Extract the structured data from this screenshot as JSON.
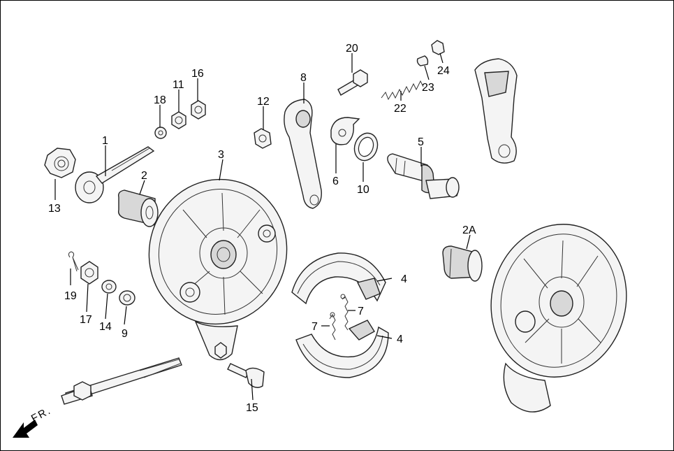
{
  "diagram": {
    "callouts": [
      {
        "id": "c1",
        "text": "1"
      },
      {
        "id": "c2",
        "text": "2"
      },
      {
        "id": "c2A",
        "text": "2A"
      },
      {
        "id": "c3",
        "text": "3"
      },
      {
        "id": "c4a",
        "text": "4"
      },
      {
        "id": "c4b",
        "text": "4"
      },
      {
        "id": "c5",
        "text": "5"
      },
      {
        "id": "c6",
        "text": "6"
      },
      {
        "id": "c7a",
        "text": "7"
      },
      {
        "id": "c7b",
        "text": "7"
      },
      {
        "id": "c8",
        "text": "8"
      },
      {
        "id": "c9",
        "text": "9"
      },
      {
        "id": "c10",
        "text": "10"
      },
      {
        "id": "c11",
        "text": "11"
      },
      {
        "id": "c12",
        "text": "12"
      },
      {
        "id": "c13",
        "text": "13"
      },
      {
        "id": "c14",
        "text": "14"
      },
      {
        "id": "c15",
        "text": "15"
      },
      {
        "id": "c16",
        "text": "16"
      },
      {
        "id": "c17",
        "text": "17"
      },
      {
        "id": "c18",
        "text": "18"
      },
      {
        "id": "c19",
        "text": "19"
      },
      {
        "id": "c20",
        "text": "20"
      },
      {
        "id": "c22",
        "text": "22"
      },
      {
        "id": "c23",
        "text": "23"
      },
      {
        "id": "c24",
        "text": "24"
      }
    ],
    "direction_label": "FR."
  }
}
